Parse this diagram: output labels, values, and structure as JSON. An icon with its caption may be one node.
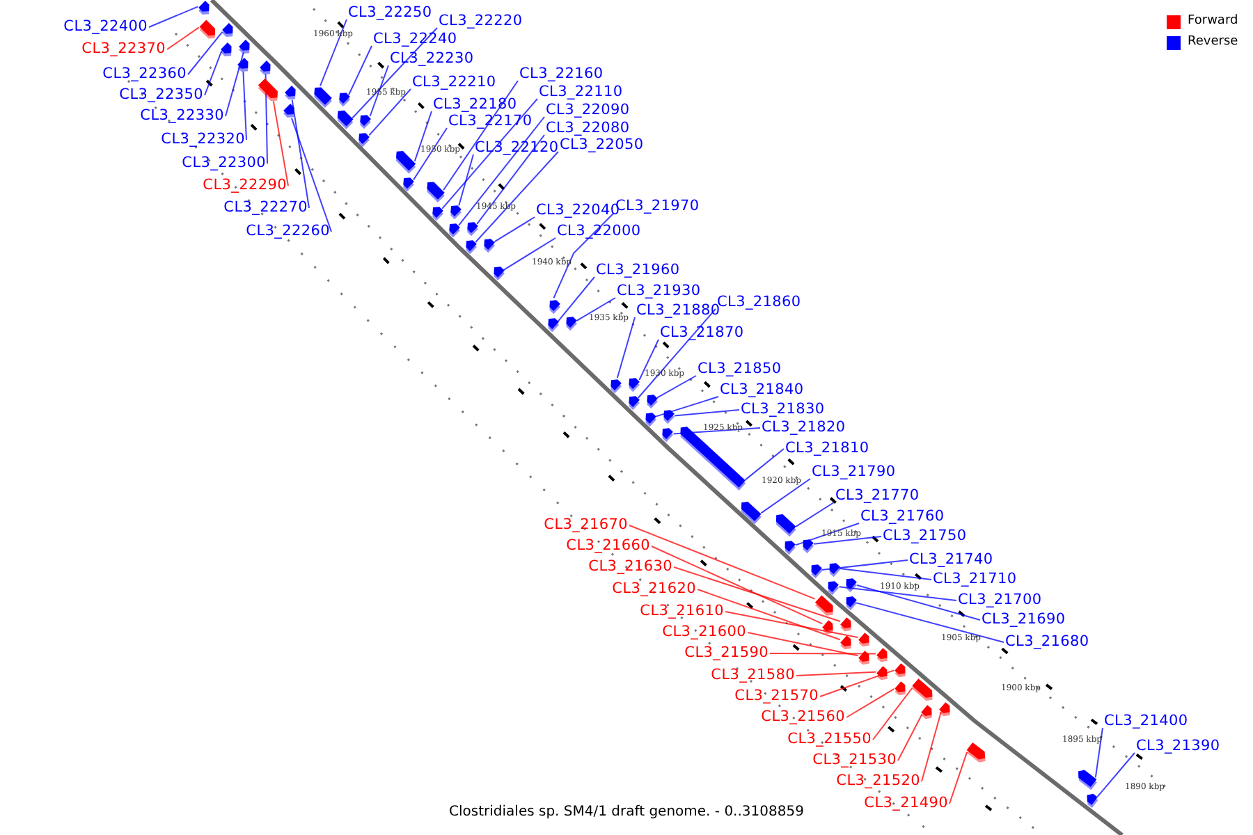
{
  "diagram": {
    "caption": "Clostridiales sp. SM4/1 draft genome. - 0..3108859",
    "nodes": [
      {
        "text": [
          "CL3_22400"
        ]
      },
      {
        "text": [
          "CL3_22370"
        ]
      },
      {
        "text": [
          "CL3_22360"
        ]
      },
      {
        "text": [
          "CL3_22350"
        ]
      },
      {
        "text": [
          "CL3_22330"
        ]
      },
      {
        "text": [
          "CL3_22320"
        ]
      },
      {
        "text": [
          "CL3_22300"
        ]
      },
      {
        "text": [
          "CL3_22290"
        ]
      },
      {
        "text": [
          "CL3_22270"
        ]
      },
      {
        "text": [
          "CL3_22260"
        ]
      },
      {
        "text": [
          "CL3_22250"
        ]
      },
      {
        "text": [
          "CL3_22220"
        ]
      },
      {
        "text": [
          "CL3_22240"
        ]
      },
      {
        "text": [
          "CL3_22230"
        ]
      },
      {
        "text": [
          "CL3_22210"
        ]
      },
      {
        "text": [
          "CL3_22160"
        ]
      },
      {
        "text": [
          "CL3_22180"
        ]
      },
      {
        "text": [
          "CL3_22110"
        ]
      },
      {
        "text": [
          "CL3_22170"
        ]
      },
      {
        "text": [
          "CL3_22090"
        ]
      },
      {
        "text": [
          "CL3_22080"
        ]
      },
      {
        "text": [
          "CL3_22120"
        ]
      },
      {
        "text": [
          "CL3_22050"
        ]
      },
      {
        "text": [
          "CL3_22040"
        ]
      },
      {
        "text": [
          "CL3_21970"
        ]
      },
      {
        "text": [
          "CL3_22000"
        ]
      },
      {
        "text": [
          "CL3_21960"
        ]
      },
      {
        "text": [
          "CL3_21930"
        ]
      },
      {
        "text": [
          "CL3_21880"
        ]
      },
      {
        "text": [
          "CL3_21860"
        ]
      },
      {
        "text": [
          "CL3_21870"
        ]
      },
      {
        "text": [
          "CL3_21850"
        ]
      },
      {
        "text": [
          "CL3_21840"
        ]
      },
      {
        "text": [
          "CL3_21830"
        ]
      },
      {
        "text": [
          "CL3_21820"
        ]
      },
      {
        "text": [
          "CL3_21810"
        ]
      },
      {
        "text": [
          "CL3_21790"
        ]
      },
      {
        "text": [
          "CL3_21770"
        ]
      },
      {
        "text": [
          "CL3_21760"
        ]
      },
      {
        "text": [
          "CL3_21750"
        ]
      },
      {
        "text": [
          "CL3_21740"
        ]
      },
      {
        "text": [
          "CL3_21710"
        ]
      },
      {
        "text": [
          "CL3_21700"
        ]
      },
      {
        "text": [
          "CL3_21690"
        ]
      },
      {
        "text": [
          "CL3_21680"
        ]
      },
      {
        "text": [
          "CL3_21670"
        ]
      },
      {
        "text": [
          "CL3_21660"
        ]
      },
      {
        "text": [
          "CL3_21630"
        ]
      },
      {
        "text": [
          "CL3_21620"
        ]
      },
      {
        "text": [
          "CL3_21610"
        ]
      },
      {
        "text": [
          "CL3_21600"
        ]
      },
      {
        "text": [
          "CL3_21590"
        ]
      },
      {
        "text": [
          "CL3_21580"
        ]
      },
      {
        "text": [
          "CL3_21570"
        ]
      },
      {
        "text": [
          "CL3_21560"
        ]
      },
      {
        "text": [
          "CL3_21550"
        ]
      },
      {
        "text": [
          "CL3_21530"
        ]
      },
      {
        "text": [
          "CL3_21520"
        ]
      },
      {
        "text": [
          "CL3_21490"
        ]
      },
      {
        "text": [
          "CL3_21400"
        ]
      },
      {
        "text": [
          "CL3_21390"
        ]
      },
      {
        "text": [],
        "shape": "bar"
      },
      {
        "text": [],
        "shape": "bar"
      },
      {
        "text": [],
        "shape": "bar"
      },
      {
        "text": [],
        "shape": "bar"
      },
      {
        "text": [],
        "shape": "bar"
      },
      {
        "text": [],
        "shape": "bar"
      },
      {
        "text": [],
        "shape": "bar"
      },
      {
        "text": [],
        "shape": "bar"
      },
      {
        "text": [],
        "shape": "bar"
      },
      {
        "text": [],
        "shape": "bar"
      },
      {
        "text": [],
        "shape": "bar"
      },
      {
        "text": [],
        "shape": "bar"
      },
      {
        "text": [],
        "shape": "bar"
      },
      {
        "text": [],
        "shape": "bar"
      },
      {
        "text": [],
        "shape": "bar"
      },
      {
        "text": [],
        "shape": "bar"
      },
      {
        "text": [],
        "shape": "bar"
      },
      {
        "text": [],
        "shape": "bar"
      },
      {
        "text": [],
        "shape": "bar"
      },
      {
        "text": [],
        "shape": "bar"
      },
      {
        "text": [],
        "shape": "bar"
      },
      {
        "text": [],
        "shape": "bar"
      },
      {
        "text": [],
        "shape": "bar"
      },
      {
        "text": [],
        "shape": "bar"
      },
      {
        "text": [],
        "shape": "bar"
      },
      {
        "text": [],
        "shape": "bar"
      },
      {
        "text": [],
        "shape": "bar"
      },
      {
        "text": [],
        "shape": "bar"
      },
      {
        "text": [],
        "shape": "bar"
      },
      {
        "text": [],
        "shape": "bar"
      },
      {
        "text": [],
        "shape": "bar"
      },
      {
        "text": [],
        "shape": "bar"
      },
      {
        "text": [],
        "shape": "bar"
      },
      {
        "text": [],
        "shape": "bar"
      },
      {
        "text": [],
        "shape": "bar"
      },
      {
        "text": [],
        "shape": "bar"
      },
      {
        "text": [],
        "shape": "bar"
      },
      {
        "text": [],
        "shape": "bar"
      },
      {
        "text": [],
        "shape": "bar"
      },
      {
        "text": [],
        "shape": "bar"
      },
      {
        "text": [],
        "shape": "bar"
      },
      {
        "text": [],
        "shape": "bar"
      },
      {
        "text": [],
        "shape": "bar"
      },
      {
        "text": [],
        "shape": "bar"
      },
      {
        "text": [],
        "shape": "bar"
      },
      {
        "text": [],
        "shape": "bar"
      },
      {
        "text": [],
        "shape": "bar"
      },
      {
        "text": [],
        "shape": "bar"
      },
      {
        "text": [],
        "shape": "bar"
      },
      {
        "text": [],
        "shape": "bar"
      },
      {
        "text": [],
        "shape": "bar"
      },
      {
        "text": [],
        "shape": "bar"
      },
      {
        "text": [],
        "shape": "bar"
      },
      {
        "text": [],
        "shape": "bar"
      },
      {
        "text": [],
        "shape": "bar"
      },
      {
        "text": [],
        "shape": "bar"
      },
      {
        "text": [],
        "shape": "bar"
      },
      {
        "text": [],
        "shape": "bar"
      },
      {
        "text": [],
        "shape": "bar"
      },
      {
        "text": [],
        "shape": "bar"
      },
      {
        "text": [],
        "shape": "bar"
      }
    ],
    "edges": [
      {
        "from": 0,
        "to": 61,
        "arrow": "none"
      },
      {
        "from": 1,
        "to": 62,
        "arrow": "none",
        "color": "#ff0000"
      },
      {
        "from": 2,
        "to": 63,
        "arrow": "none"
      },
      {
        "from": 3,
        "to": 64,
        "arrow": "none"
      },
      {
        "from": 4,
        "to": 65,
        "arrow": "none"
      },
      {
        "from": 5,
        "to": 66,
        "arrow": "none"
      },
      {
        "from": 6,
        "to": 67,
        "arrow": "none"
      },
      {
        "from": 7,
        "to": 68,
        "arrow": "none",
        "color": "#ff0000"
      },
      {
        "from": 8,
        "to": 69,
        "arrow": "none"
      },
      {
        "from": 9,
        "to": 70,
        "arrow": "none"
      },
      {
        "from": 10,
        "to": 71,
        "arrow": "none"
      },
      {
        "from": 11,
        "to": 72,
        "arrow": "none"
      },
      {
        "from": 12,
        "to": 73,
        "arrow": "none"
      },
      {
        "from": 13,
        "to": 74,
        "arrow": "none"
      },
      {
        "from": 14,
        "to": 75,
        "arrow": "none"
      },
      {
        "from": 15,
        "to": 76,
        "arrow": "none"
      },
      {
        "from": 16,
        "to": 77,
        "arrow": "none"
      },
      {
        "from": 17,
        "to": 78,
        "arrow": "none"
      },
      {
        "from": 18,
        "to": 79,
        "arrow": "none"
      },
      {
        "from": 19,
        "to": 80,
        "arrow": "none"
      },
      {
        "from": 20,
        "to": 81,
        "arrow": "none"
      },
      {
        "from": 21,
        "to": 82,
        "arrow": "none"
      },
      {
        "from": 22,
        "to": 83,
        "arrow": "none"
      },
      {
        "from": 23,
        "to": 84,
        "arrow": "none"
      },
      {
        "from": 24,
        "to": 85,
        "arrow": "none"
      },
      {
        "from": 25,
        "to": 86,
        "arrow": "none"
      },
      {
        "from": 26,
        "to": 87,
        "arrow": "none"
      },
      {
        "from": 27,
        "to": 88,
        "arrow": "none"
      },
      {
        "from": 28,
        "to": 89,
        "arrow": "none"
      },
      {
        "from": 29,
        "to": 90,
        "arrow": "none"
      },
      {
        "from": 30,
        "to": 91,
        "arrow": "none"
      },
      {
        "from": 31,
        "to": 92,
        "arrow": "none"
      },
      {
        "from": 32,
        "to": 93,
        "arrow": "none"
      },
      {
        "from": 33,
        "to": 94,
        "arrow": "none"
      },
      {
        "from": 34,
        "to": 95,
        "arrow": "none"
      },
      {
        "from": 35,
        "to": 96,
        "arrow": "none"
      },
      {
        "from": 36,
        "to": 97,
        "arrow": "none"
      },
      {
        "from": 37,
        "to": 98,
        "arrow": "none"
      },
      {
        "from": 38,
        "to": 99,
        "arrow": "none"
      },
      {
        "from": 39,
        "to": 100,
        "arrow": "none"
      },
      {
        "from": 40,
        "to": 101,
        "arrow": "none"
      },
      {
        "from": 41,
        "to": 102,
        "arrow": "none"
      },
      {
        "from": 42,
        "to": 103,
        "arrow": "none"
      },
      {
        "from": 43,
        "to": 104,
        "arrow": "none"
      },
      {
        "from": 44,
        "to": 105,
        "arrow": "none"
      },
      {
        "from": 45,
        "to": 106,
        "arrow": "none",
        "color": "#ff0000"
      },
      {
        "from": 46,
        "to": 107,
        "arrow": "none",
        "color": "#ff0000"
      },
      {
        "from": 47,
        "to": 108,
        "arrow": "none",
        "color": "#ff0000"
      },
      {
        "from": 48,
        "to": 109,
        "arrow": "none",
        "color": "#ff0000"
      },
      {
        "from": 49,
        "to": 110,
        "arrow": "none",
        "color": "#ff0000"
      },
      {
        "from": 50,
        "to": 111,
        "arrow": "none",
        "color": "#ff0000"
      },
      {
        "from": 51,
        "to": 112,
        "arrow": "none",
        "color": "#ff0000"
      },
      {
        "from": 52,
        "to": 113,
        "arrow": "none",
        "color": "#ff0000"
      },
      {
        "from": 53,
        "to": 114,
        "arrow": "none",
        "color": "#ff0000"
      },
      {
        "from": 54,
        "to": 115,
        "arrow": "none",
        "color": "#ff0000"
      },
      {
        "from": 55,
        "to": 116,
        "arrow": "none",
        "color": "#ff0000"
      },
      {
        "from": 56,
        "to": 117,
        "arrow": "none",
        "color": "#ff0000"
      },
      {
        "from": 57,
        "to": 118,
        "arrow": "none",
        "color": "#ff0000"
      },
      {
        "from": 58,
        "to": 119,
        "arrow": "none",
        "color": "#ff0000"
      },
      {
        "from": 59,
        "to": 120,
        "arrow": "none"
      },
      {
        "from": 60,
        "to": 121,
        "arrow": "none"
      }
    ],
    "labels": [
      "1960 kbp",
      "1955 kbp",
      "1950 kbp",
      "1945 kbp",
      "1940 kbp",
      "1935 kbp",
      "1930 kbp",
      "1925 kbp",
      "1920 kbp",
      "1915 kbp",
      "1910 kbp",
      "1905 kbp",
      "1900 kbp",
      "1895 kbp",
      "1890 kbp"
    ],
    "legend": [
      {
        "text": "Forward",
        "color": "#ff0000"
      },
      {
        "text": "Reverse",
        "color": "#0000ff"
      }
    ]
  }
}
